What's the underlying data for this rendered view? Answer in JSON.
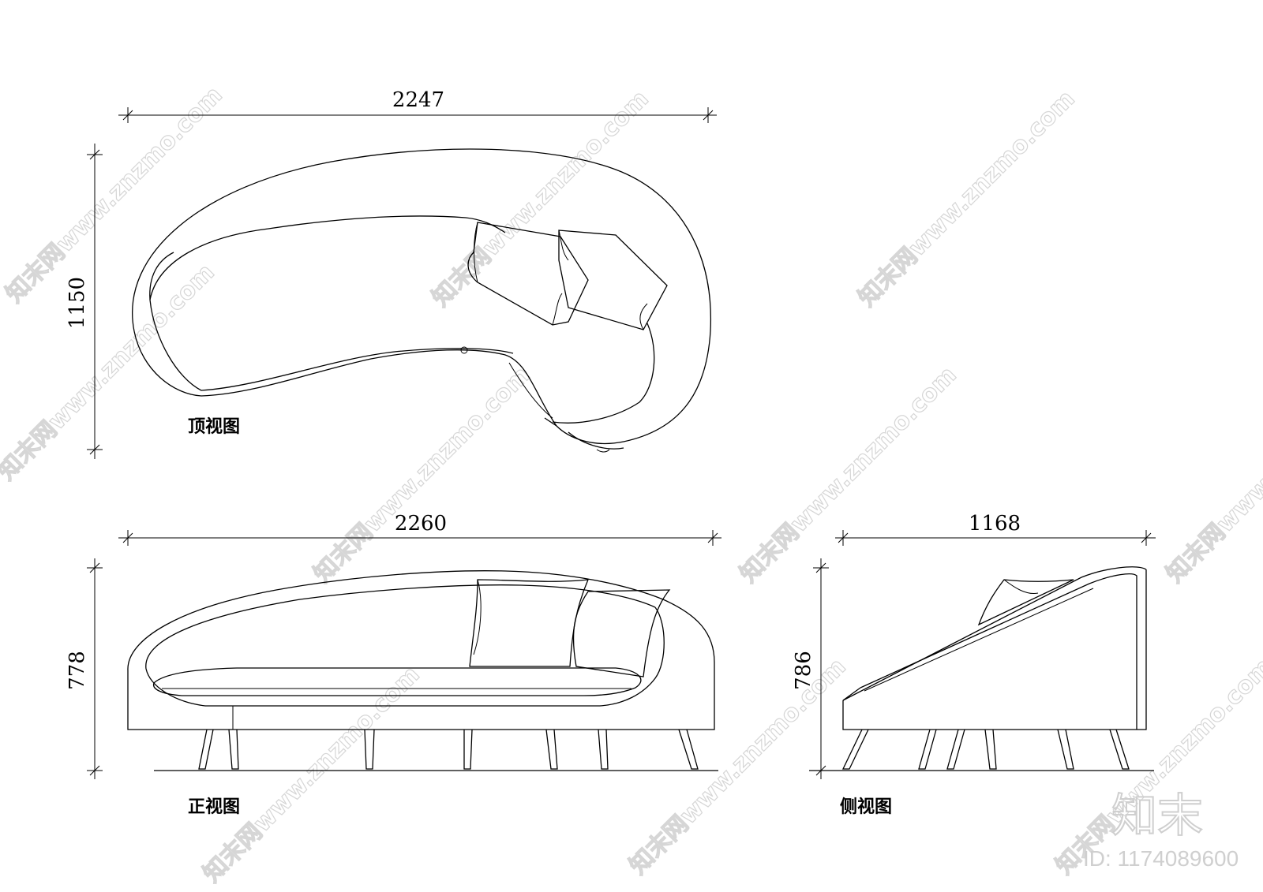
{
  "views": {
    "top": {
      "label": "顶视图",
      "width": "2247",
      "depth": "1150"
    },
    "front": {
      "label": "正视图",
      "width": "2260",
      "height": "778"
    },
    "side": {
      "label": "侧视图",
      "width": "1168",
      "height": "786"
    }
  },
  "watermark": {
    "text": "知末网www.znzmo.com",
    "brand": "知末",
    "id": "ID: 1174089600"
  }
}
